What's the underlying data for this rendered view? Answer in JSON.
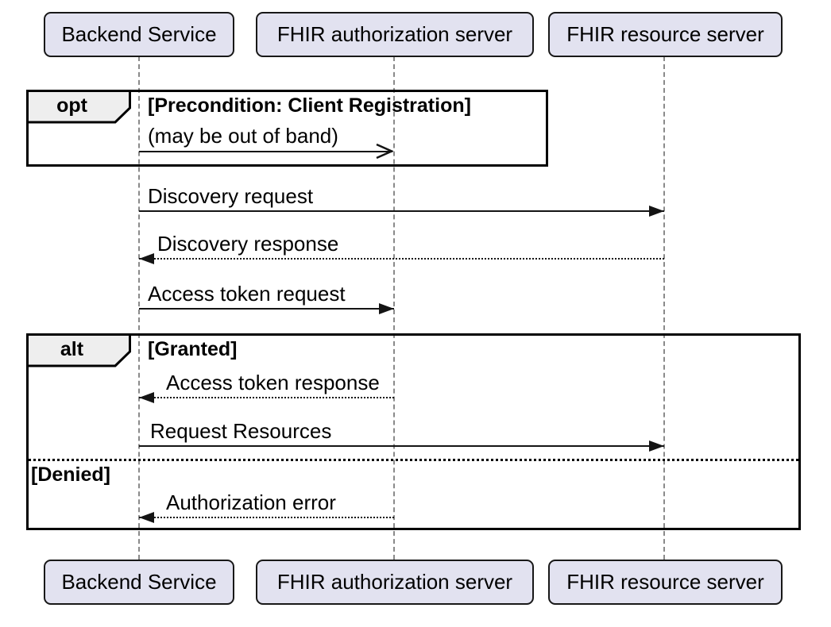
{
  "diagram_type": "uml-sequence-diagram",
  "participants": [
    {
      "id": "backend-service",
      "label": "Backend Service"
    },
    {
      "id": "fhir-authorization-server",
      "label": "FHIR authorization server"
    },
    {
      "id": "fhir-resource-server",
      "label": "FHIR resource server"
    }
  ],
  "fragments": {
    "opt": {
      "operator": "opt",
      "guard": "[Precondition: Client Registration]"
    },
    "alt": {
      "operator": "alt",
      "guard_granted": "[Granted]",
      "guard_denied": "[Denied]"
    }
  },
  "messages": [
    {
      "label": "(may be out of band)",
      "from": "Backend Service",
      "to": "FHIR authorization server",
      "line_style": "solid",
      "arrowhead": "open"
    },
    {
      "label": "Discovery request",
      "from": "Backend Service",
      "to": "FHIR resource server",
      "line_style": "solid",
      "arrowhead": "filled"
    },
    {
      "label": "Discovery response",
      "from": "FHIR resource server",
      "to": "Backend Service",
      "line_style": "dotted",
      "arrowhead": "filled"
    },
    {
      "label": "Access token request",
      "from": "Backend Service",
      "to": "FHIR authorization server",
      "line_style": "solid",
      "arrowhead": "filled"
    },
    {
      "label": "Access token response",
      "from": "FHIR authorization server",
      "to": "Backend Service",
      "line_style": "dotted",
      "arrowhead": "filled"
    },
    {
      "label": "Request Resources",
      "from": "Backend Service",
      "to": "FHIR resource server",
      "line_style": "solid",
      "arrowhead": "filled"
    },
    {
      "label": "Authorization error",
      "from": "FHIR authorization server",
      "to": "Backend Service",
      "line_style": "dotted",
      "arrowhead": "filled"
    }
  ],
  "colors": {
    "background": "#FFFFFF",
    "participant_fill": "#E2E2F0",
    "participant_border": "#181818",
    "fragment_border": "#000000",
    "fragment_label_fill": "#EEEEEE",
    "lifeline": "#8A8A8A",
    "message_line": "#141414",
    "text": "#000000"
  }
}
